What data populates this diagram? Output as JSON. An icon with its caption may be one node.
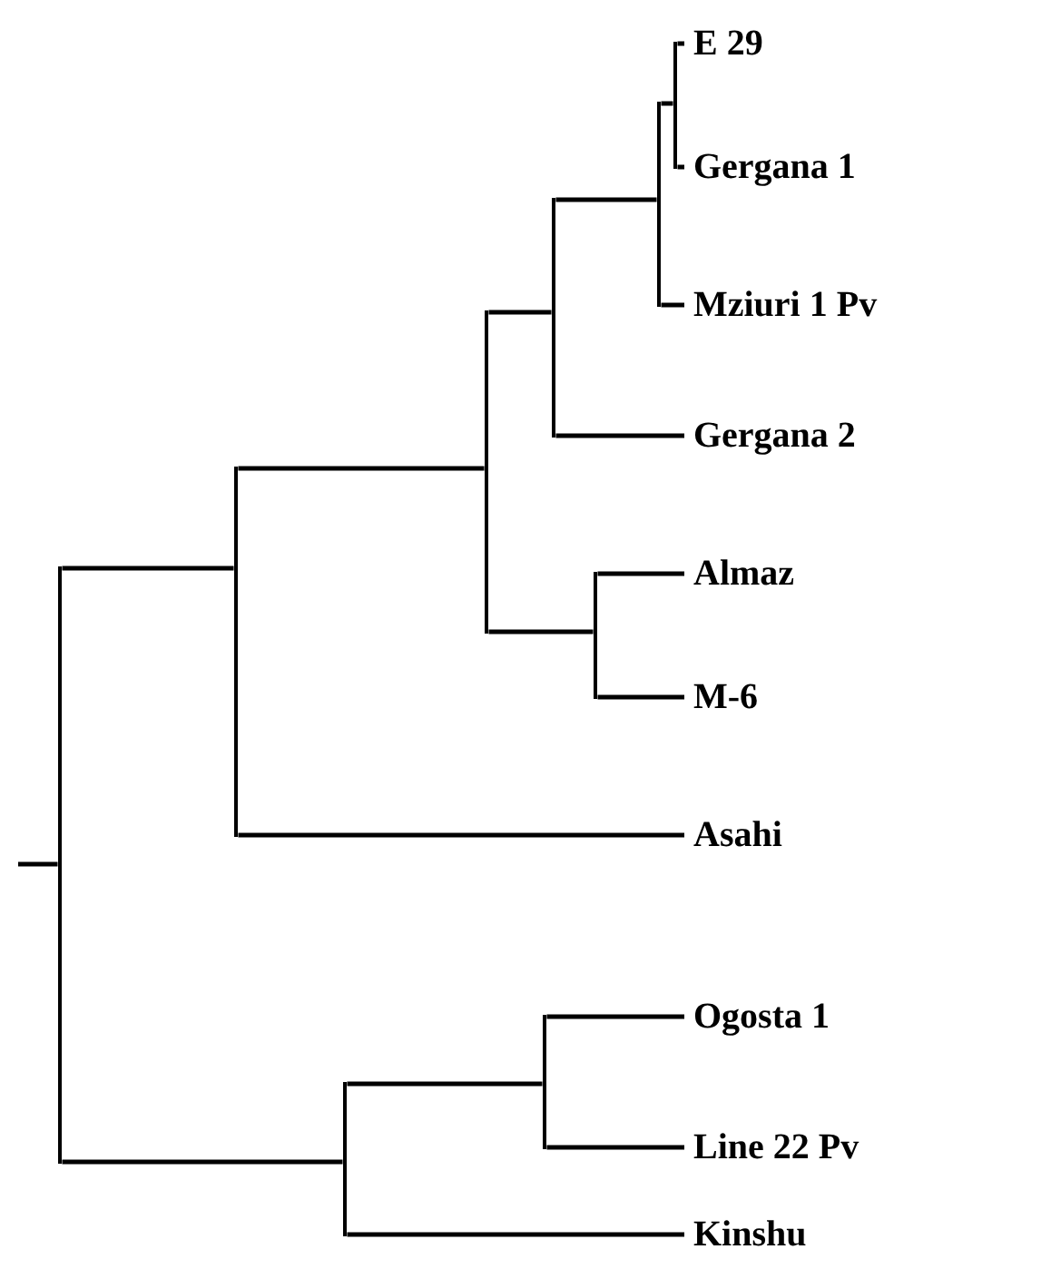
{
  "diagram": {
    "nodes": [
      {
        "text": [],
        "shape": "bar"
      },
      {
        "text": [],
        "shape": "bar"
      },
      {
        "text": [],
        "shape": "bar"
      },
      {
        "text": [],
        "shape": "bar"
      },
      {
        "text": [],
        "shape": "bar"
      },
      {
        "text": [],
        "shape": "bar"
      },
      {
        "text": [],
        "shape": "bar"
      },
      {
        "text": [],
        "shape": "bar"
      },
      {
        "text": [],
        "shape": "bar"
      },
      {
        "text": [
          "E 29"
        ]
      },
      {
        "text": [
          "Gergana 1"
        ]
      },
      {
        "text": [
          "Mziuri 1 Pv"
        ]
      },
      {
        "text": [
          "Gergana 2"
        ]
      },
      {
        "text": [
          "Almaz"
        ]
      },
      {
        "text": [
          "M-6"
        ]
      },
      {
        "text": [
          "Asahi"
        ]
      },
      {
        "text": [
          "Ogosta 1"
        ]
      },
      {
        "text": [
          "Line 22 Pv"
        ]
      },
      {
        "text": [
          "Kinshu"
        ]
      }
    ],
    "edges": [
      {
        "from": null,
        "to": 0,
        "arrow": "none"
      },
      {
        "from": 0,
        "to": 1,
        "arrow": "none"
      },
      {
        "from": 0,
        "to": 2,
        "arrow": "none"
      },
      {
        "from": 1,
        "to": 3,
        "arrow": "none"
      },
      {
        "from": 1,
        "to": 15,
        "arrow": "none"
      },
      {
        "from": 2,
        "to": 4,
        "arrow": "none"
      },
      {
        "from": 2,
        "to": 18,
        "arrow": "none"
      },
      {
        "from": 3,
        "to": 5,
        "arrow": "none"
      },
      {
        "from": 3,
        "to": 6,
        "arrow": "none"
      },
      {
        "from": 4,
        "to": 16,
        "arrow": "none"
      },
      {
        "from": 4,
        "to": 17,
        "arrow": "none"
      },
      {
        "from": 5,
        "to": 7,
        "arrow": "none"
      },
      {
        "from": 5,
        "to": 12,
        "arrow": "none"
      },
      {
        "from": 6,
        "to": 13,
        "arrow": "none"
      },
      {
        "from": 6,
        "to": 14,
        "arrow": "none"
      },
      {
        "from": 7,
        "to": 8,
        "arrow": "none"
      },
      {
        "from": 7,
        "to": 11,
        "arrow": "none"
      },
      {
        "from": 8,
        "to": 9,
        "arrow": "none"
      },
      {
        "from": 8,
        "to": 10,
        "arrow": "none"
      }
    ]
  }
}
